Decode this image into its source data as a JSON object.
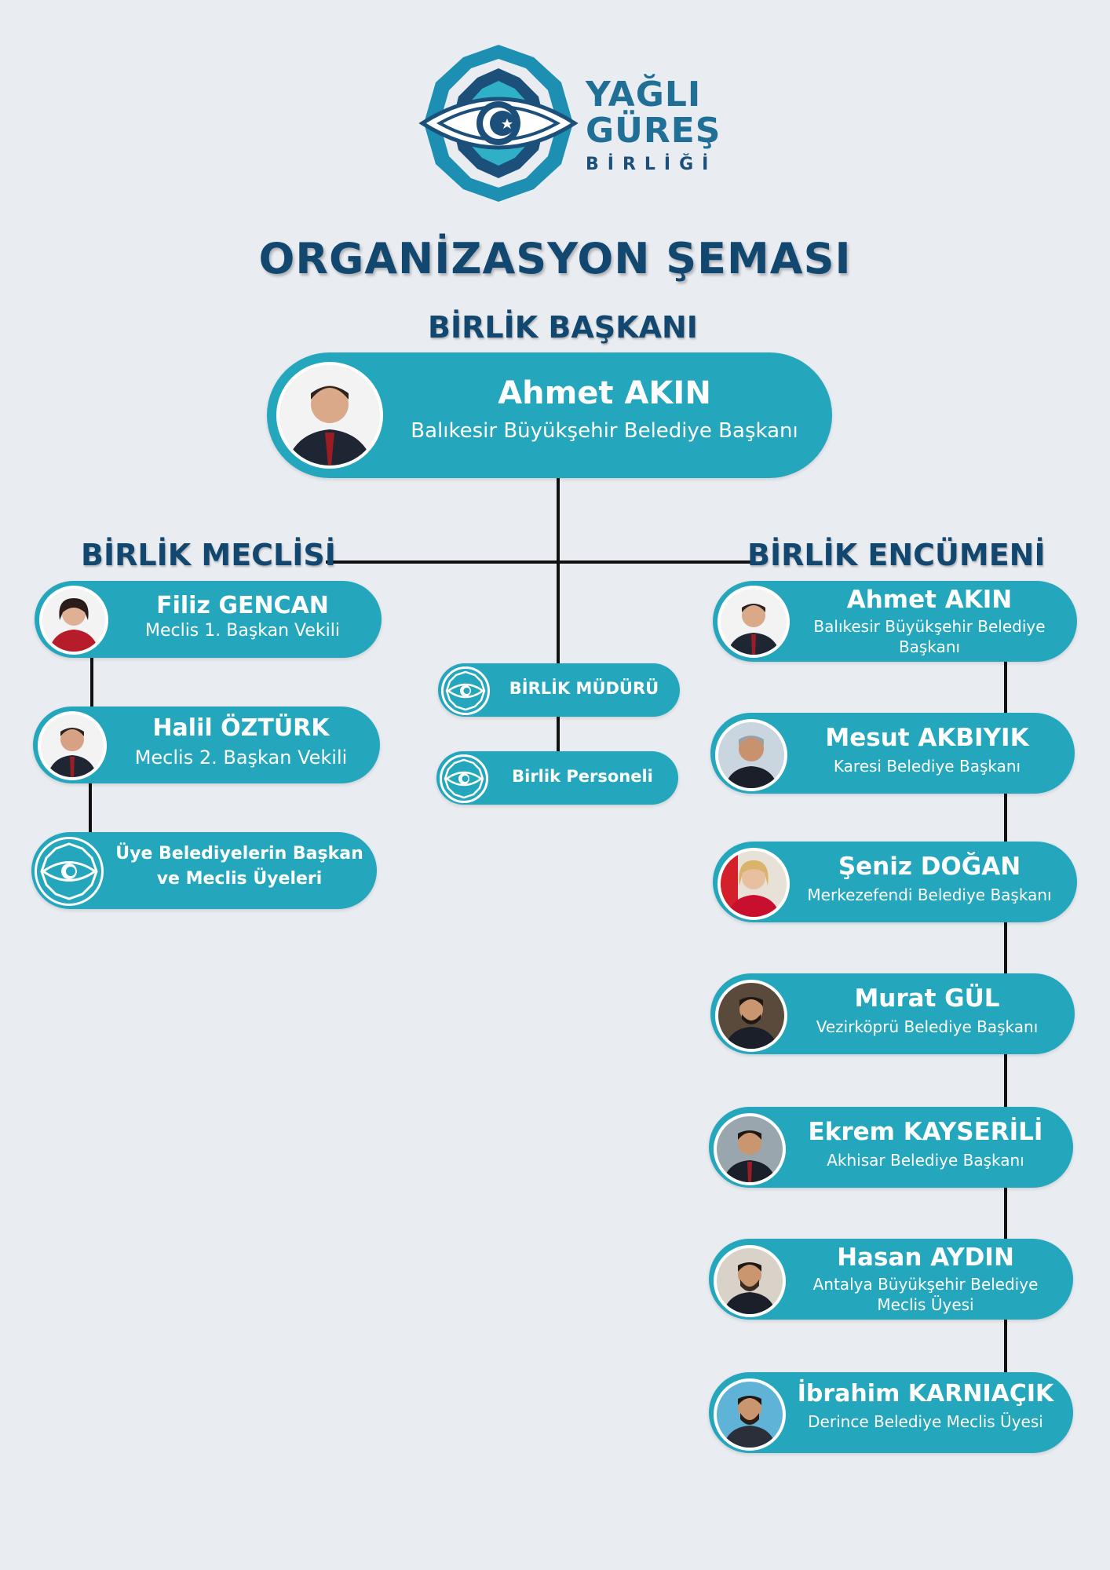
{
  "logo": {
    "word1": "YAĞLI",
    "word2": "GÜREŞ",
    "word3": "BİRLİĞİ"
  },
  "title": "ORGANİZASYON ŞEMASI",
  "sections": {
    "president": "BİRLİK BAŞKANI",
    "assembly": "BİRLİK MECLİSİ",
    "committee": "BİRLİK ENCÜMENİ"
  },
  "president": {
    "name": "Ahmet AKIN",
    "role": "Balıkesir Büyükşehir Belediye Başkanı"
  },
  "assembly": [
    {
      "name": "Filiz GENCAN",
      "role": "Meclis 1. Başkan Vekili"
    },
    {
      "name": "Halil ÖZTÜRK",
      "role": "Meclis 2. Başkan Vekili"
    },
    {
      "name": "Üye Belediyelerin Başkan ve Meclis Üyeleri"
    }
  ],
  "center": [
    {
      "name": "BİRLİK MÜDÜRÜ"
    },
    {
      "name": "Birlik Personeli"
    }
  ],
  "committee": [
    {
      "name": "Ahmet AKIN",
      "role": "Balıkesir Büyükşehir Belediye Başkanı"
    },
    {
      "name": "Mesut AKBIYIK",
      "role": "Karesi Belediye Başkanı"
    },
    {
      "name": "Şeniz DOĞAN",
      "role": "Merkezefendi Belediye Başkanı"
    },
    {
      "name": "Murat GÜL",
      "role": "Vezirköprü Belediye Başkanı"
    },
    {
      "name": "Ekrem KAYSERİLİ",
      "role": "Akhisar Belediye Başkanı"
    },
    {
      "name": "Hasan AYDIN",
      "role": "Antalya Büyükşehir Belediye Meclis Üyesi"
    },
    {
      "name": "İbrahim KARNIAÇIK",
      "role": "Derince Belediye Meclis Üyesi"
    }
  ],
  "colors": {
    "pill": "#24a7bd",
    "navy": "#12486f",
    "background": "#e9ecf1",
    "connector": "#111111"
  }
}
